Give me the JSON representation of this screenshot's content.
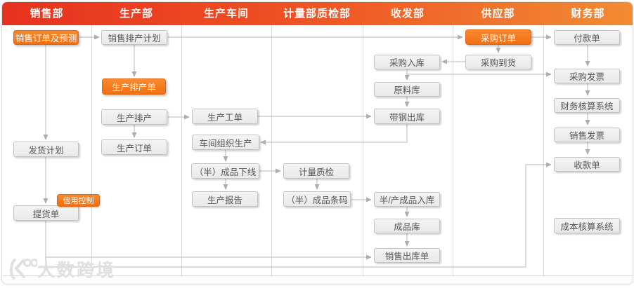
{
  "header": {
    "departments": [
      "销售部",
      "生产部",
      "生产车间",
      "计量部质检部",
      "收发部",
      "供应部",
      "财务部"
    ]
  },
  "nodes": {
    "sales_order_forecast": {
      "label": "销售订单及预测",
      "lane": "销售部",
      "style": "orange"
    },
    "ship_plan": {
      "label": "发货计划",
      "lane": "销售部",
      "style": "gray"
    },
    "credit_control": {
      "label": "信用控制",
      "lane": "销售部",
      "style": "orange-badge"
    },
    "pickup": {
      "label": "提货单",
      "lane": "销售部",
      "style": "gray"
    },
    "sales_sched_plan": {
      "label": "销售排产计划",
      "lane": "生产部",
      "style": "gray"
    },
    "prod_sched_order": {
      "label": "生产排产单",
      "lane": "生产部",
      "style": "orange"
    },
    "prod_sched": {
      "label": "生产排产",
      "lane": "生产部",
      "style": "gray"
    },
    "prod_order": {
      "label": "生产订单",
      "lane": "生产部",
      "style": "gray"
    },
    "work_order": {
      "label": "生产工单",
      "lane": "生产车间",
      "style": "gray"
    },
    "workshop_prod": {
      "label": "车间组织生产",
      "lane": "生产车间",
      "style": "gray"
    },
    "offline": {
      "label": "（半）成品下线",
      "lane": "生产车间",
      "style": "gray"
    },
    "prod_report": {
      "label": "生产报告",
      "lane": "生产车间",
      "style": "gray"
    },
    "metering_qc": {
      "label": "计量质检",
      "lane": "计量部质检部",
      "style": "gray"
    },
    "barcode": {
      "label": "（半）成品条码",
      "lane": "计量部质检部",
      "style": "gray"
    },
    "purchase_in": {
      "label": "采购入库",
      "lane": "收发部",
      "style": "gray"
    },
    "raw_store": {
      "label": "原料库",
      "lane": "收发部",
      "style": "gray"
    },
    "strip_out": {
      "label": "带钢出库",
      "lane": "收发部",
      "style": "gray"
    },
    "semi_in": {
      "label": "半/产成品入库",
      "lane": "收发部",
      "style": "gray"
    },
    "finished_store": {
      "label": "成品库",
      "lane": "收发部",
      "style": "gray"
    },
    "sales_out": {
      "label": "销售出库单",
      "lane": "收发部",
      "style": "gray"
    },
    "purchase_order": {
      "label": "采购订单",
      "lane": "供应部",
      "style": "orange"
    },
    "purchase_arrival": {
      "label": "采购到货",
      "lane": "供应部",
      "style": "gray"
    },
    "payment": {
      "label": "付款单",
      "lane": "财务部",
      "style": "gray"
    },
    "purchase_invoice": {
      "label": "采购发票",
      "lane": "财务部",
      "style": "gray"
    },
    "fin_account": {
      "label": "财务核算系统",
      "lane": "财务部",
      "style": "gray"
    },
    "sales_invoice": {
      "label": "销售发票",
      "lane": "财务部",
      "style": "gray"
    },
    "receipt": {
      "label": "收款单",
      "lane": "财务部",
      "style": "gray"
    },
    "cost_account": {
      "label": "成本核算系统",
      "lane": "财务部",
      "style": "gray"
    }
  },
  "edges": [
    {
      "from": "sales_order_forecast",
      "to": "sales_sched_plan"
    },
    {
      "from": "sales_sched_plan",
      "to": "purchase_order"
    },
    {
      "from": "sales_sched_plan",
      "to": "prod_sched_order"
    },
    {
      "from": "sales_order_forecast",
      "to": "ship_plan"
    },
    {
      "from": "ship_plan",
      "to": "pickup"
    },
    {
      "from": "prod_sched",
      "to": "work_order"
    },
    {
      "from": "prod_sched",
      "to": "prod_order"
    },
    {
      "from": "work_order",
      "to": "strip_out"
    },
    {
      "from": "strip_out",
      "to": "workshop_prod"
    },
    {
      "from": "workshop_prod",
      "to": "offline"
    },
    {
      "from": "offline",
      "to": "metering_qc"
    },
    {
      "from": "offline",
      "to": "prod_report"
    },
    {
      "from": "metering_qc",
      "to": "barcode"
    },
    {
      "from": "barcode",
      "to": "semi_in"
    },
    {
      "from": "semi_in",
      "to": "finished_store"
    },
    {
      "from": "finished_store",
      "to": "sales_out"
    },
    {
      "from": "purchase_order",
      "to": "payment"
    },
    {
      "from": "purchase_order",
      "to": "purchase_arrival"
    },
    {
      "from": "purchase_arrival",
      "to": "purchase_in"
    },
    {
      "from": "purchase_in",
      "to": "raw_store"
    },
    {
      "from": "purchase_in",
      "to": "purchase_invoice"
    },
    {
      "from": "raw_store",
      "to": "strip_out"
    },
    {
      "from": "payment",
      "to": "purchase_invoice"
    },
    {
      "from": "purchase_invoice",
      "to": "fin_account"
    },
    {
      "from": "fin_account",
      "to": "sales_invoice"
    },
    {
      "from": "sales_invoice",
      "to": "receipt"
    },
    {
      "from": "pickup",
      "to": "sales_out"
    },
    {
      "from": "pickup",
      "to": "receipt"
    }
  ],
  "colors": {
    "header_gradient_left": "#e6321f",
    "header_gradient_right": "#f28b33",
    "orange_node": "#f47a1f",
    "gray_node": "#ececec",
    "connector": "#c5c5c5",
    "lane_divider": "#dcdcdc"
  },
  "watermark": {
    "text": "大数跨境"
  }
}
